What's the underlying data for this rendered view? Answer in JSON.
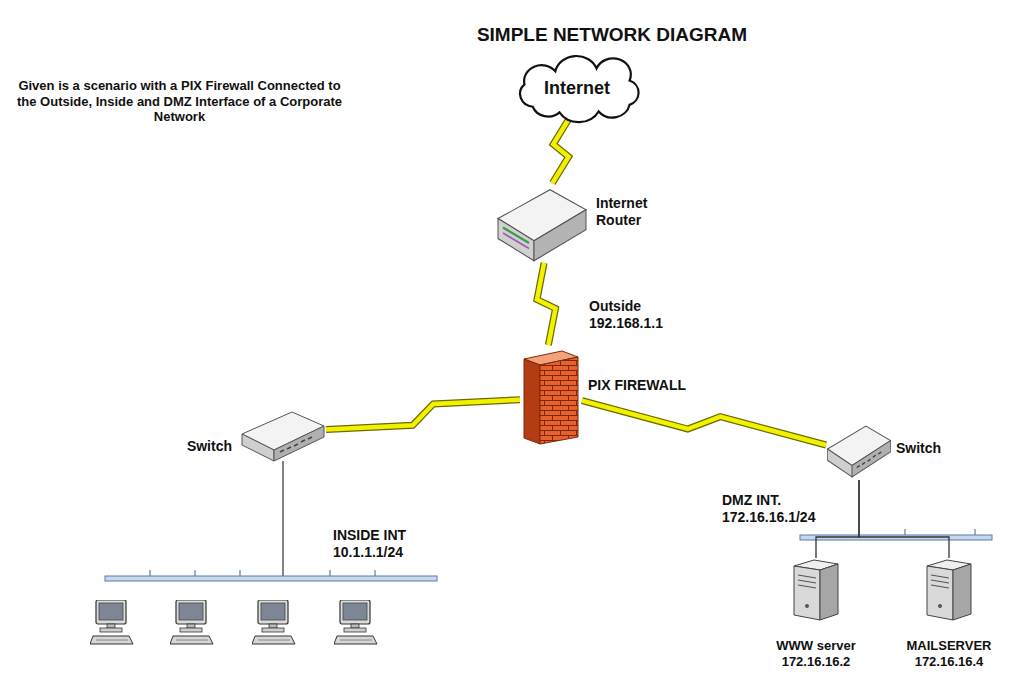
{
  "diagram": {
    "title": "SIMPLE NETWORK DIAGRAM",
    "nodes": [
      {
        "text": [
          "Internet"
        ]
      },
      {
        "text": [
          "Internet Router"
        ]
      },
      {
        "text": [
          "PIX FIREWALL"
        ]
      },
      {
        "text": [
          "Switch"
        ]
      },
      {
        "text": [
          "Switch"
        ]
      },
      {
        "text": [
          "WWW server 172.16.16.2"
        ]
      },
      {
        "text": [
          "MAILSERVER 172.16.16.4"
        ]
      }
    ],
    "edges": [
      {
        "from": 0,
        "to": 1,
        "arrow": "none"
      },
      {
        "from": 1,
        "to": 2,
        "label": "Outside 192.168.1.1",
        "arrow": "none"
      },
      {
        "from": 2,
        "to": 3,
        "arrow": "none"
      },
      {
        "from": 2,
        "to": 4,
        "arrow": "none"
      },
      {
        "from": 4,
        "to": 5,
        "arrow": "none"
      },
      {
        "from": 4,
        "to": 6,
        "arrow": "none"
      }
    ],
    "labels": [
      "Given is a scenario with a PIX Firewall Connected to the Outside, Inside and DMZ Interface of a Corporate Network",
      "INSIDE INT 10.1.1.1/24",
      "DMZ INT. 172.16.16.1/24"
    ]
  }
}
